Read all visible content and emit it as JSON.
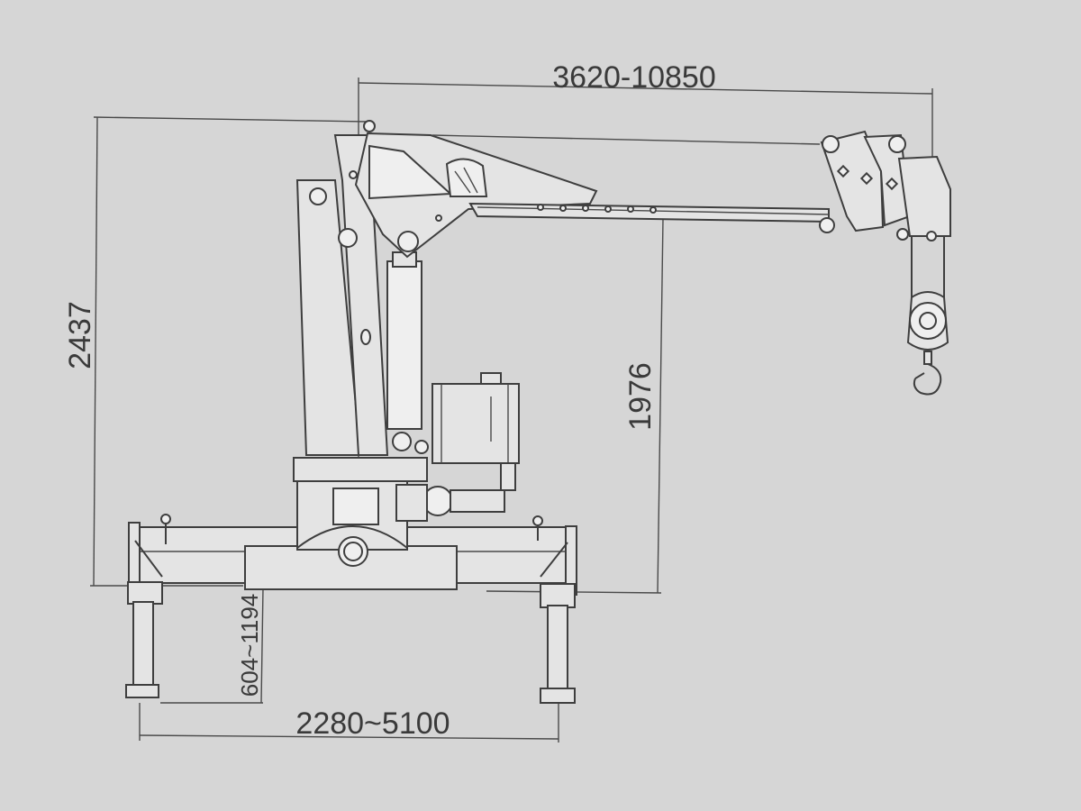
{
  "dimensions": {
    "reach": "3620-10850",
    "total_height": "2437",
    "boom_height": "1976",
    "outrigger_lift": "604~1194",
    "outrigger_span": "2280~5100"
  },
  "colors": {
    "background": "#d6d6d6",
    "line": "#3e3e3e",
    "text": "#3a3a3a"
  }
}
